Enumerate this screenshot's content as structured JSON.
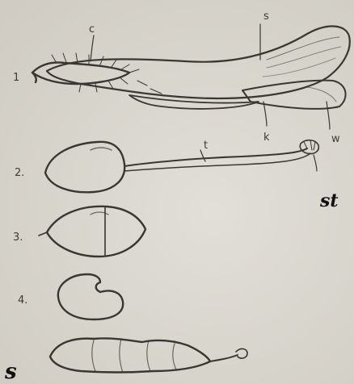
{
  "figure": {
    "numbers": [
      "1",
      "2.",
      "3.",
      "4."
    ],
    "part_labels": {
      "c": "c",
      "s": "s",
      "k": "k",
      "w": "w",
      "t": "t"
    },
    "typed_labels": {
      "st": "st",
      "s": "s"
    },
    "ink_color": "#3a3632",
    "paper_color": "#d9d6cf"
  }
}
